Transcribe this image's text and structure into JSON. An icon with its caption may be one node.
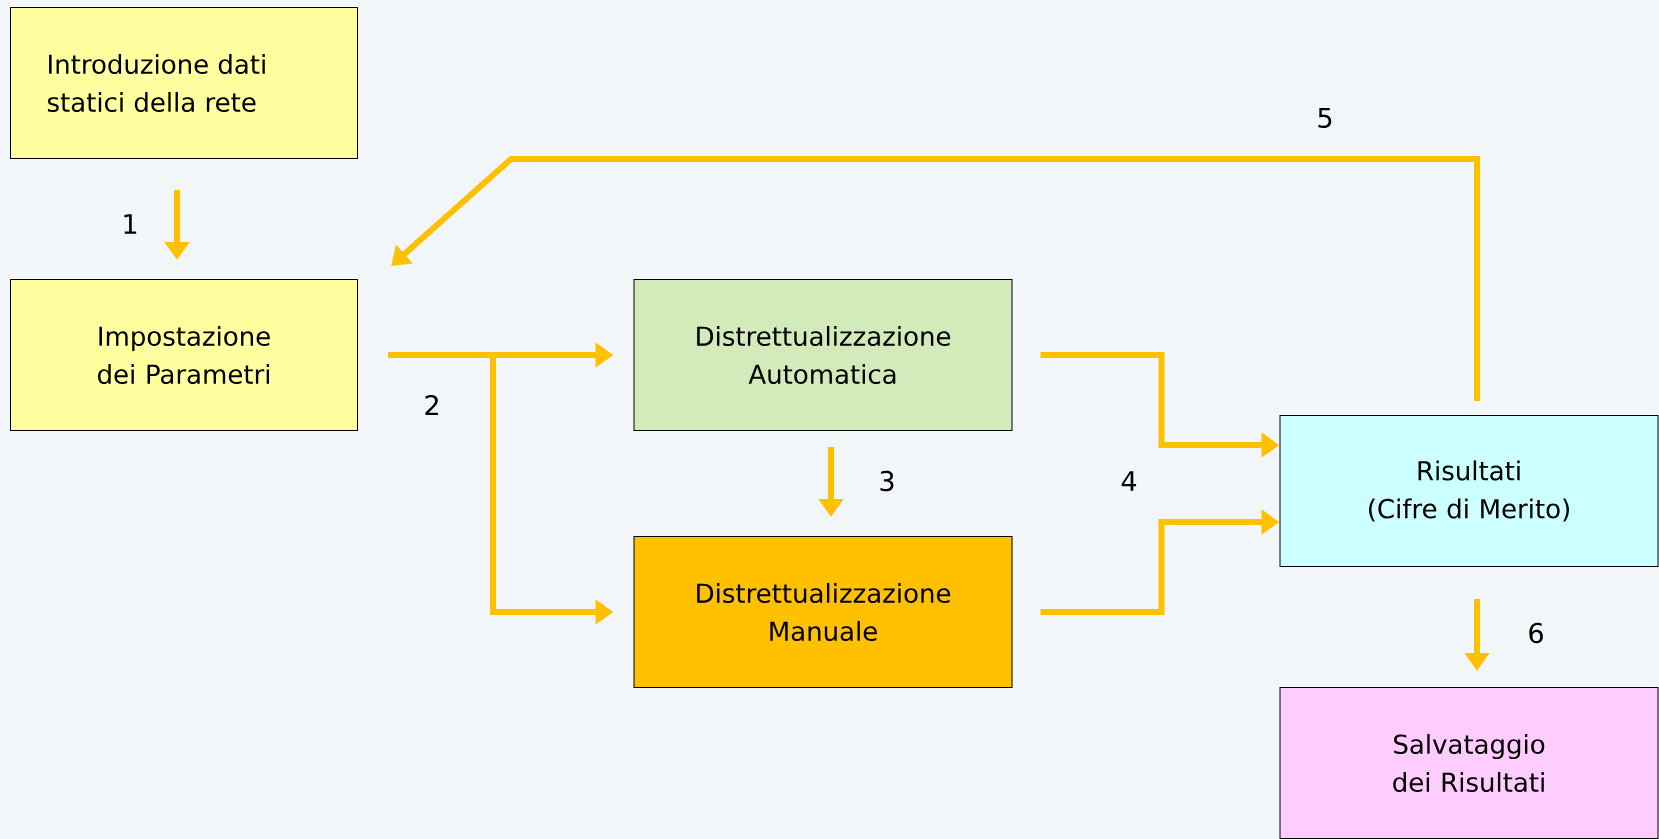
{
  "diagram": {
    "nodes": [
      {
        "text": [
          "Introduzione dati statici della rete"
        ]
      },
      {
        "text": [
          "Impostazione dei Parametri"
        ]
      },
      {
        "text": [
          "Distrettualizzazione Automatica"
        ]
      },
      {
        "text": [
          "Distrettualizzazione Manuale"
        ]
      },
      {
        "text": [
          "Risultati",
          "(Cifre di Merito)"
        ]
      },
      {
        "text": [
          "Salvataggio dei Risultati"
        ]
      }
    ],
    "edges": [
      {
        "from": 0,
        "to": 1,
        "arrow": "to",
        "label": "1"
      },
      {
        "from": 1,
        "to": 2,
        "arrow": "to",
        "label": "2"
      },
      {
        "from": 1,
        "to": 3,
        "arrow": "to"
      },
      {
        "from": 2,
        "to": 3,
        "arrow": "to",
        "label": "3"
      },
      {
        "from": 2,
        "to": 4,
        "arrow": "to",
        "label": "4"
      },
      {
        "from": 3,
        "to": 4,
        "arrow": "to"
      },
      {
        "from": 4,
        "to": 1,
        "arrow": "to",
        "label": "5"
      },
      {
        "from": 4,
        "to": 5,
        "arrow": "to",
        "label": "6"
      }
    ]
  }
}
